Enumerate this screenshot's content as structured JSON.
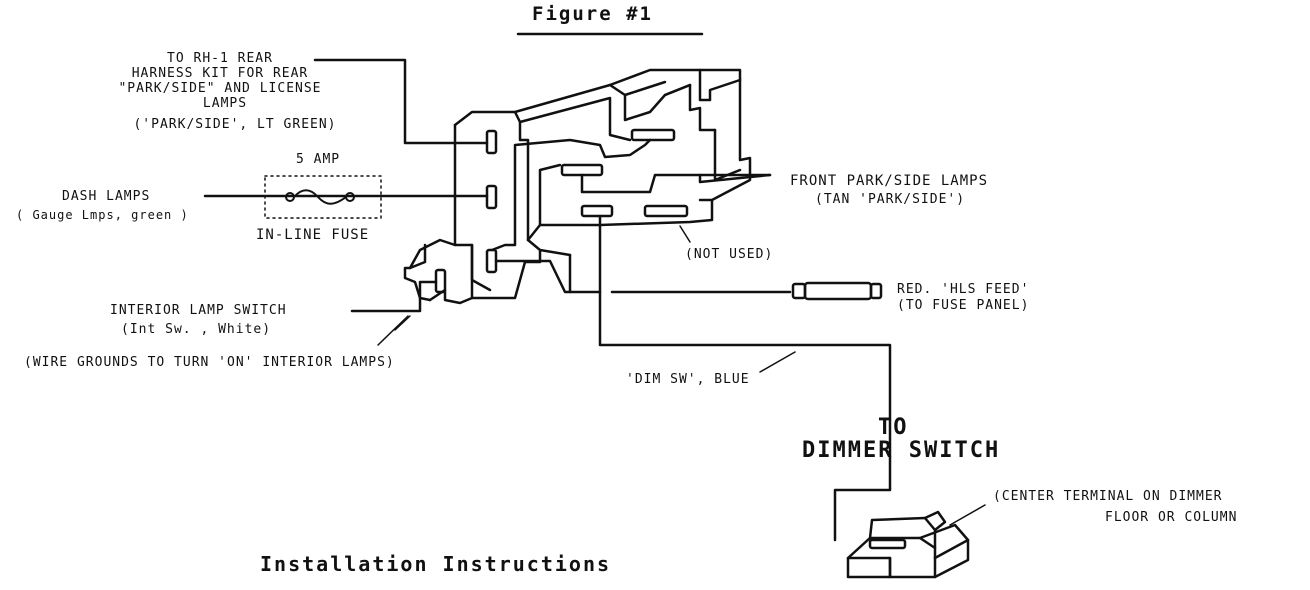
{
  "title": "Figure #1",
  "footer": "Installation Instructions",
  "labels": {
    "rear_harness": [
      "TO RH-1 REAR",
      "HARNESS KIT FOR REAR",
      "\"PARK/SIDE\" AND LICENSE",
      "LAMPS",
      "('PARK/SIDE', LT GREEN)"
    ],
    "fuse_amp": "5 AMP",
    "dash_lamps": "DASH LAMPS",
    "dash_lamps_sub": "( Gauge Lmps, green )",
    "inline_fuse": "IN-LINE FUSE",
    "interior_switch": "INTERIOR LAMP SWITCH",
    "interior_switch_sub": "(Int Sw. , White)",
    "wire_grounds": "(WIRE GROUNDS TO TURN 'ON' INTERIOR LAMPS)",
    "front_park": "FRONT PARK/SIDE LAMPS",
    "front_park_sub": "(TAN 'PARK/SIDE')",
    "not_used": "(NOT USED)",
    "hls_feed": "RED. 'HLS FEED'",
    "hls_feed_sub": "(TO FUSE PANEL)",
    "dim_sw": "'DIM SW', BLUE",
    "to": "TO",
    "dimmer_switch": "DIMMER SWITCH",
    "center_terminal": "(CENTER TERMINAL ON DIMMER",
    "floor_column": "FLOOR OR COLUMN"
  }
}
